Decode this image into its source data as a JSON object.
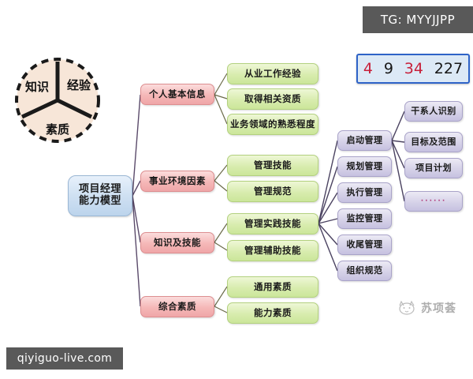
{
  "page": {
    "title": "项目经理能力模型",
    "background": "#ffffff"
  },
  "watermarks": {
    "top_right": "TG: MYYJJPP",
    "bottom_left": "qiyiguo-live.com"
  },
  "logo": {
    "text": "苏项荟",
    "icon": "cat-logo-icon"
  },
  "venn": {
    "label_knowledge": "知识",
    "label_experience": "经验",
    "label_quality": "素质",
    "fill": "#f7e6d8",
    "stroke": "#1a1a1a"
  },
  "numbers": {
    "values": [
      {
        "text": "4",
        "color": "#c7203a"
      },
      {
        "text": "9",
        "color": "#171717"
      },
      {
        "text": "34",
        "color": "#c7203a"
      },
      {
        "text": "227",
        "color": "#171717"
      }
    ],
    "border_color": "#2e63c8",
    "background": "#dce9f6"
  },
  "colors": {
    "center": "#cfe0f2",
    "level1": "#f5b7b7",
    "level2": "#d8ecae",
    "level3": "#d6d2e8",
    "connector": "#5a4a6a"
  },
  "mindmap": {
    "center": {
      "line1": "项目经理",
      "line2": "能力模型"
    },
    "branches": [
      {
        "label": "个人基本信息",
        "children": [
          "从业工作经验",
          "取得相关资质",
          "业务领域的熟悉程度"
        ]
      },
      {
        "label": "事业环境因素",
        "children": [
          "管理技能",
          "管理规范"
        ]
      },
      {
        "label": "知识及技能",
        "children": [
          "管理实践技能",
          "管理辅助技能"
        ]
      },
      {
        "label": "综合素质",
        "children": [
          "通用素质",
          "能力素质"
        ]
      }
    ],
    "process_column": [
      "启动管理",
      "规划管理",
      "执行管理",
      "监控管理",
      "收尾管理",
      "组织规范"
    ],
    "detail_column": [
      "干系人识别",
      "目标及范围",
      "项目计划",
      "······"
    ]
  }
}
